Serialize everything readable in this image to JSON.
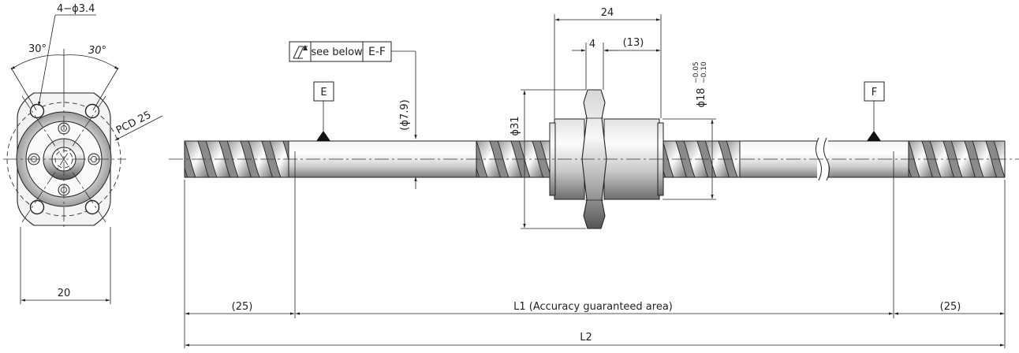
{
  "colors": {
    "line": "#222222",
    "background": "#ffffff"
  },
  "end_view": {
    "holes_label": "4−ϕ3.4",
    "angle_left": "30°",
    "angle_right": "30°",
    "pcd_label": "PCD 25",
    "width_label": "20"
  },
  "datum_box": {
    "symbol": "total-runout-icon",
    "text": "see below",
    "ref": "E-F"
  },
  "datums": {
    "e": "E",
    "f": "F"
  },
  "dims": {
    "nut_length": "24",
    "flange_thickness": "4",
    "nut_body": "(13)",
    "screw_diameter": "(ϕ7.9)",
    "flange_diameter": "ϕ31",
    "nut_diameter": "ϕ18",
    "tol_upper": "−0.05",
    "tol_lower": "−0.10",
    "end_left": "(25)",
    "end_right": "(25)",
    "l1_label": "L1 (Accuracy guaranteed area)",
    "l2_label": "L2"
  }
}
